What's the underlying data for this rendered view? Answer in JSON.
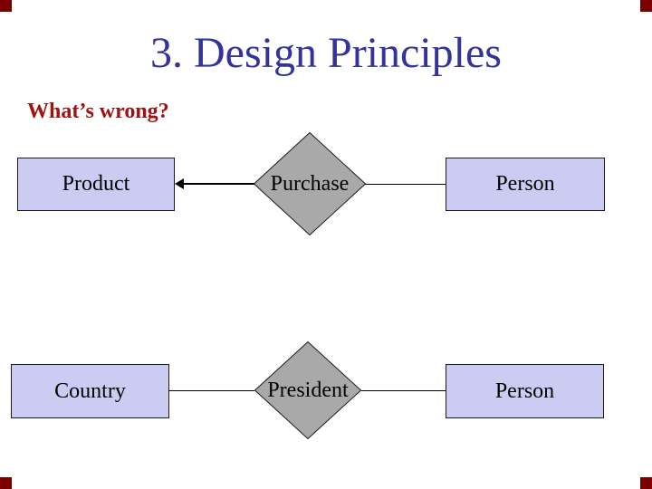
{
  "slide": {
    "title": "3. Design Principles",
    "question": "What’s wrong?"
  },
  "colors": {
    "background": "#FFFFFF",
    "title_color": "#333399",
    "question_color": "#A31111",
    "entity_fill": "#CCCCF2",
    "entity_border": "#1A1A1A",
    "relationship_fill": "#A9A9A9",
    "relationship_border": "#1A1A1A",
    "connector_color": "#000000",
    "corner_mark_color": "#7D0000"
  },
  "diagram": {
    "type": "entity-relationship",
    "rows": [
      {
        "entity_left": "Product",
        "relationship": "Purchase",
        "entity_right": "Person",
        "left_connector": "arrow-pointing-to-left-entity",
        "right_connector": "plain-line"
      },
      {
        "entity_left": "Country",
        "relationship": "President",
        "entity_right": "Person",
        "left_connector": "plain-line",
        "right_connector": "plain-line"
      }
    ]
  }
}
